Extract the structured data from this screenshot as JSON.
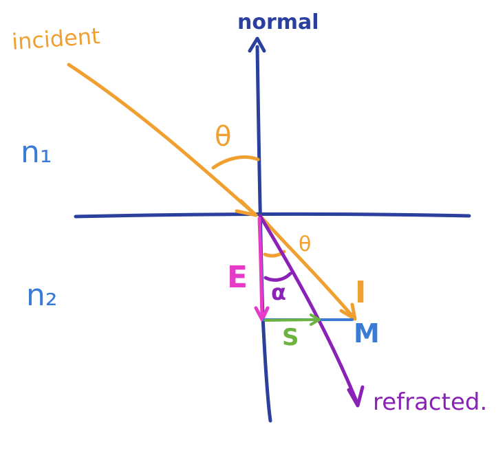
{
  "labels": {
    "normal": "normal",
    "incident": "incident",
    "n1": "n₁",
    "n2": "n₂",
    "theta_upper": "θ",
    "theta_lower": "θ",
    "E": "E",
    "alpha": "α",
    "I": "I",
    "S": "S",
    "M": "M",
    "refracted": "refracted."
  },
  "colors": {
    "navy": "#2b3f9c",
    "orange": "#f0a030",
    "magenta": "#e63bc8",
    "purple": "#8a22b8",
    "green": "#6cb33f",
    "blue": "#3a7bd5"
  }
}
